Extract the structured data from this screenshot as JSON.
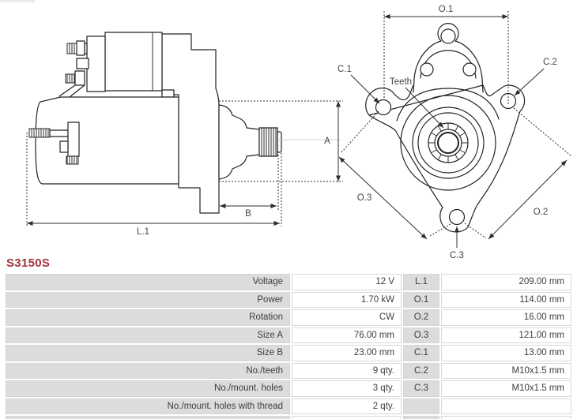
{
  "part": {
    "number": "S3150S"
  },
  "diagram": {
    "side_view": {
      "labels": {
        "a": "A",
        "b": "B",
        "l1": "L.1"
      }
    },
    "front_view": {
      "labels": {
        "o1": "O.1",
        "o2": "O.2",
        "o3": "O.3",
        "c1": "C.1",
        "c2": "C.2",
        "c3": "C.3",
        "teeth": "Teeth"
      }
    }
  },
  "specs": {
    "rows": [
      {
        "name": "Voltage",
        "value": "12 V",
        "dim": "L.1",
        "dim_value": "209.00 mm"
      },
      {
        "name": "Power",
        "value": "1.70 kW",
        "dim": "O.1",
        "dim_value": "114.00 mm"
      },
      {
        "name": "Rotation",
        "value": "CW",
        "dim": "O.2",
        "dim_value": "16.00 mm"
      },
      {
        "name": "Size A",
        "value": "76.00 mm",
        "dim": "O.3",
        "dim_value": "121.00 mm"
      },
      {
        "name": "Size B",
        "value": "23.00 mm",
        "dim": "C.1",
        "dim_value": "13.00 mm"
      },
      {
        "name": "No./teeth",
        "value": "9 qty.",
        "dim": "C.2",
        "dim_value": "M10x1.5 mm"
      },
      {
        "name": "No./mount. holes",
        "value": "3 qty.",
        "dim": "C.3",
        "dim_value": "M10x1.5 mm"
      },
      {
        "name": "No./mount. holes with thread",
        "value": "2 qty.",
        "dim": "",
        "dim_value": ""
      }
    ]
  },
  "colors": {
    "part_number": "#a2343c",
    "table_cell_gray": "#dcdcdc",
    "line_art": "#222222",
    "label_text": "#454545"
  }
}
